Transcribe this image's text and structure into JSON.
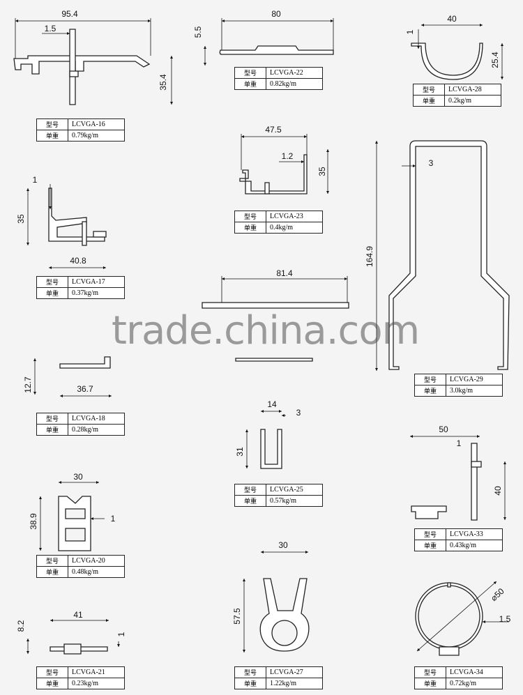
{
  "labels": {
    "model": "型号",
    "weight": "单重"
  },
  "profiles": [
    {
      "model": "LCVGA-16",
      "weight": "0.79kg/m",
      "dims": [
        "95.4",
        "1.5",
        "35.4"
      ]
    },
    {
      "model": "LCVGA-22",
      "weight": "0.82kg/m",
      "dims": [
        "80",
        "5.5"
      ]
    },
    {
      "model": "LCVGA-28",
      "weight": "0.2kg/m",
      "dims": [
        "40",
        "1",
        "25.4"
      ]
    },
    {
      "model": "LCVGA-23",
      "weight": "0.4kg/m",
      "dims": [
        "47.5",
        "1.2",
        "35"
      ]
    },
    {
      "model": "LCVGA-17",
      "weight": "0.37kg/m",
      "dims": [
        "1",
        "35",
        "40.8"
      ]
    },
    {
      "model": "LCVGA-29",
      "weight": "3.0kg/m",
      "dims": [
        "3",
        "164.9"
      ]
    },
    {
      "model": "LCVGA-18",
      "weight": "0.28kg/m",
      "dims": [
        "12.7",
        "36.7"
      ]
    },
    {
      "model": "LCVGA-25",
      "weight": "0.57kg/m",
      "dims": [
        "14",
        "3",
        "31"
      ]
    },
    {
      "model": "LCVGA-33",
      "weight": "0.43kg/m",
      "dims": [
        "50",
        "1",
        "40"
      ]
    },
    {
      "model": "LCVGA-20",
      "weight": "0.48kg/m",
      "dims": [
        "30",
        "38.9",
        "1"
      ]
    },
    {
      "model": "LCVGA-27",
      "weight": "1.22kg/m",
      "dims": [
        "30",
        "57.5"
      ]
    },
    {
      "model": "LCVGA-21",
      "weight": "0.23kg/m",
      "dims": [
        "41",
        "8.2",
        "1"
      ]
    },
    {
      "model": "LCVGA-34",
      "weight": "0.72kg/m",
      "dims": [
        "⌀50",
        "1.5"
      ]
    }
  ],
  "center_profile": {
    "dims": [
      "81.4"
    ]
  },
  "watermark": "trade.china.com"
}
